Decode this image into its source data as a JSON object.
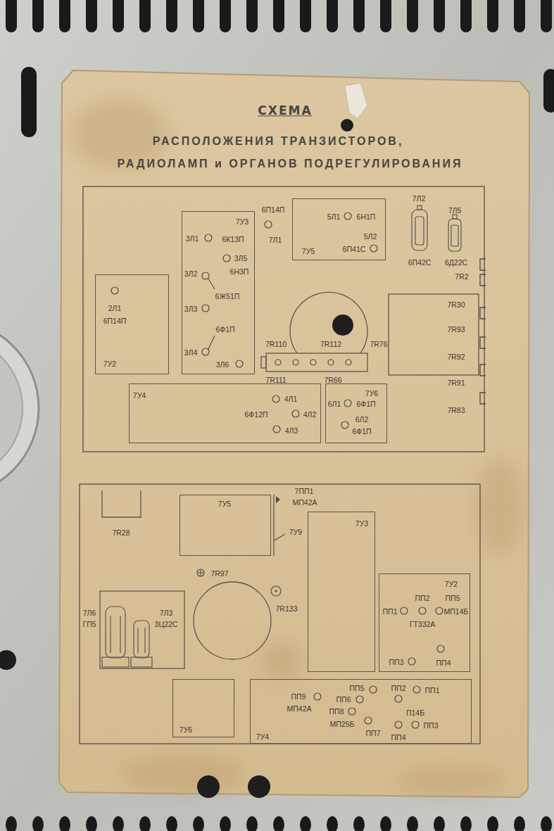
{
  "diagram": {
    "title": "СХЕМА",
    "nodes": [
      {
        "text": [
          "7У3"
        ]
      },
      {
        "text": [
          "7У5"
        ]
      },
      {
        "text": [
          "7У2"
        ]
      },
      {
        "text": [
          "7У4"
        ]
      },
      {
        "text": [
          "7У6"
        ]
      },
      {
        "text": [
          "7У5"
        ]
      },
      {
        "text": [
          "7У3"
        ]
      },
      {
        "text": [
          "7У2"
        ]
      },
      {
        "text": [
          "7У6"
        ]
      },
      {
        "text": [
          "7У4"
        ]
      }
    ],
    "labels": [
      "РАСПОЛОЖЕНИЯ ТРАНЗИСТОРОВ,",
      "РАДИОЛАМП и ОРГАНОВ ПОДРЕГУЛИРОВАНИЯ",
      "6П14П",
      "7Л1",
      "3Л1",
      "6К13П",
      "3Л5",
      "6Н3П",
      "3Л2",
      "6Ж51П",
      "3Л3",
      "6Ф1П",
      "3Л4",
      "3Л6",
      "2Л1",
      "6П14П",
      "5Л1",
      "6Н1П",
      "5Л2",
      "6П41С",
      "7Л2",
      "7Л5",
      "6П42С",
      "6Д22С",
      "7R2",
      "7R30",
      "7R93",
      "7R92",
      "7R91",
      "7R83",
      "7R110",
      "7R112",
      "7R76",
      "7R111",
      "7R66",
      "4Л1",
      "6Ф12П",
      "4Л2",
      "4Л3",
      "6Л1",
      "6Ф1П",
      "6Л2",
      "6Ф1П",
      "7R28",
      "7ПП1",
      "МП42А",
      "7У9",
      "7R97",
      "7R133",
      "7Л6",
      "ГП5",
      "7Л3",
      "3Ц22С",
      "ПП2",
      "ПП5",
      "ПП1",
      "МП14Б",
      "ГТ332А",
      "ПП3",
      "ПП4",
      "ПП9",
      "МП42А",
      "ПП5",
      "ПП6",
      "ПП8",
      "МП25Б",
      "ПП7",
      "ПП2",
      "ПП1",
      "П14Б",
      "ПП4",
      "ПП3"
    ]
  }
}
